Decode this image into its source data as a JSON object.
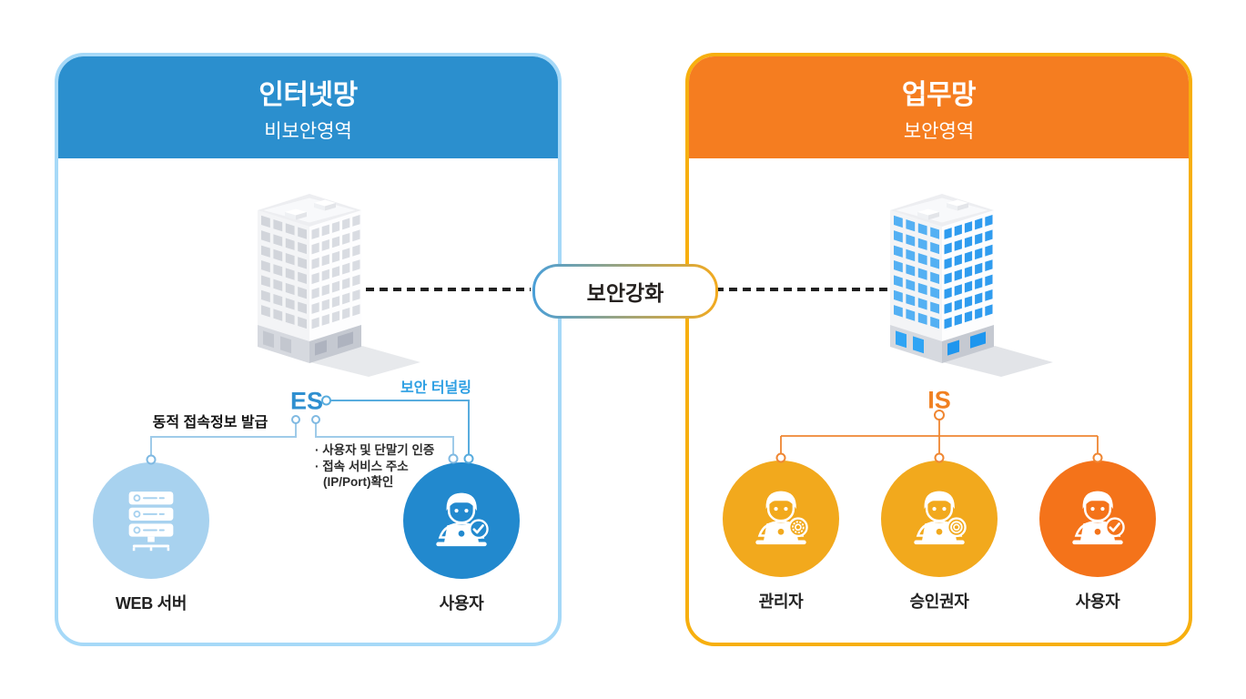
{
  "left_panel": {
    "title": "인터넷망",
    "subtitle": "비보안영역",
    "es_label": "ES",
    "tunneling_label": "보안 터널링",
    "issuance_label": "동적 접속정보 발급",
    "bullets": [
      "· 사용자 및 단말기 인증",
      "· 접속 서비스 주소",
      "(IP/Port)확인"
    ],
    "nodes": [
      {
        "label": "WEB 서버",
        "icon": "server-icon",
        "color": "#A8D2EF"
      },
      {
        "label": "사용자",
        "icon": "user-laptop-check-icon",
        "color": "#2289CE"
      }
    ]
  },
  "center": {
    "badge_label": "보안강화"
  },
  "right_panel": {
    "title": "업무망",
    "subtitle": "보안영역",
    "is_label": "IS",
    "nodes": [
      {
        "label": "관리자",
        "icon": "admin-gear-icon",
        "color": "#F2A91D"
      },
      {
        "label": "승인권자",
        "icon": "approver-seal-icon",
        "color": "#F2A91D"
      },
      {
        "label": "사용자",
        "icon": "user-laptop-check-icon",
        "color": "#F4731A"
      }
    ]
  },
  "colors": {
    "left_header": "#2B8FCE",
    "left_border": "#A6D9F8",
    "right_header": "#F57D20",
    "right_border": "#F7AF0E",
    "es_text": "#2E8FD0",
    "is_text": "#F08021",
    "tunneling_text": "#2D9FE3",
    "tunnel_line": "#58ACDE",
    "issuance_line": "#9FCBE9",
    "business_line": "#EF8632",
    "dash_line": "#202020",
    "pill_border_left": "#4A9FD8",
    "pill_border_right": "#F3AA1E"
  }
}
